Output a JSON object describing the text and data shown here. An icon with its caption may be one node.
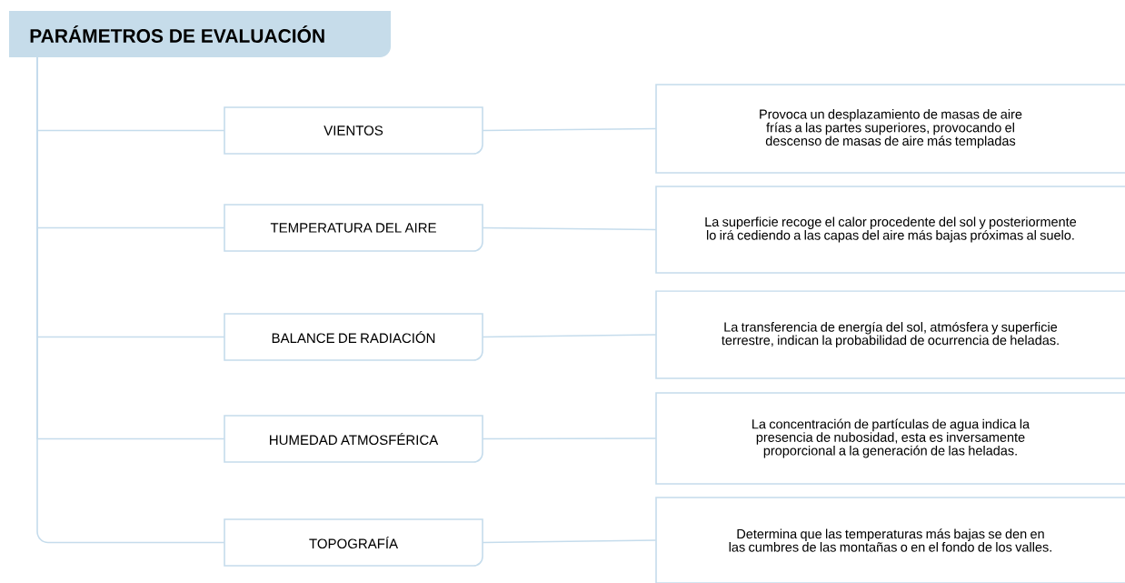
{
  "diagram": {
    "nodes": [
      {
        "text": [
          "PARÁMETROS DE EVALUACIÓN"
        ]
      },
      {
        "text": [
          "VIENTOS"
        ]
      },
      {
        "text": [
          "TEMPERATURA DEL AIRE"
        ]
      },
      {
        "text": [
          "BALANCE DE RADIACIÓN"
        ]
      },
      {
        "text": [
          "HUMEDAD ATMOSFÉRICA"
        ]
      },
      {
        "text": [
          "TOPOGRAFÍA"
        ]
      },
      {
        "text": [
          "Provoca un desplazamiento de masas de aire frías a las partes superiores, provocando el descenso de masas de aire más templadas"
        ]
      },
      {
        "text": [
          "La superficie recoge el calor procedente del sol y posteriormente lo irá cediendo a las capas del aire más bajas próximas al suelo."
        ]
      },
      {
        "text": [
          "La transferencia de energía del sol, atmósfera y superficie terrestre, indican la probabilidad de ocurrencia de heladas."
        ]
      },
      {
        "text": [
          "La concentración de partículas de agua indica la presencia de nubosidad, esta es inversamente proporcional a la generación de las heladas."
        ]
      },
      {
        "text": [
          "Determina que las temperaturas más bajas se den en las cumbres de las montañas o en el fondo de los valles."
        ]
      }
    ],
    "edges": [
      {
        "from": 0,
        "to": 1,
        "arrow": "none"
      },
      {
        "from": 0,
        "to": 2,
        "arrow": "none"
      },
      {
        "from": 0,
        "to": 3,
        "arrow": "none"
      },
      {
        "from": 0,
        "to": 4,
        "arrow": "none"
      },
      {
        "from": 0,
        "to": 5,
        "arrow": "none"
      },
      {
        "from": 1,
        "to": 6,
        "arrow": "none"
      },
      {
        "from": 2,
        "to": 7,
        "arrow": "none"
      },
      {
        "from": 3,
        "to": 8,
        "arrow": "none"
      },
      {
        "from": 4,
        "to": 9,
        "arrow": "none"
      },
      {
        "from": 5,
        "to": 10,
        "arrow": "none"
      }
    ]
  }
}
